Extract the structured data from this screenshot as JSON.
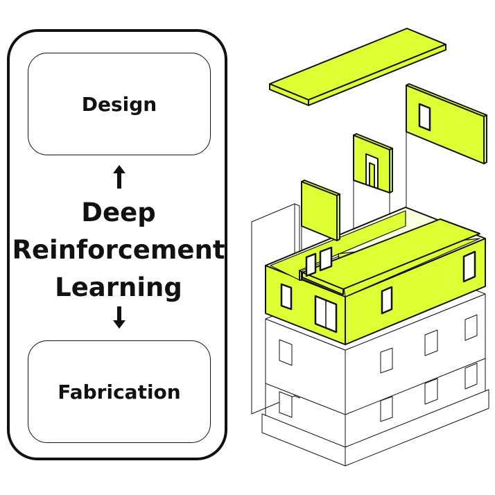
{
  "diagram": {
    "top_box_label": "Design",
    "bottom_box_label": "Fabrication",
    "center_lines": [
      "Deep",
      "Reinforcement",
      "Learning"
    ],
    "arrow_up_icon": "arrow-up-icon",
    "arrow_down_icon": "arrow-down-icon",
    "accent_color": "#ddff33",
    "stroke_color": "#111111"
  }
}
